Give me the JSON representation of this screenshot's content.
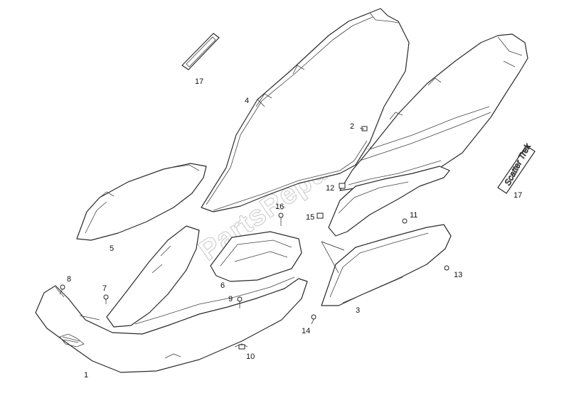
{
  "watermark": "PartsRepublik",
  "decal_text": "Scatter Trek",
  "callouts": [
    "1",
    "2",
    "3",
    "4",
    "5",
    "6",
    "7",
    "8",
    "9",
    "10",
    "11",
    "12",
    "13",
    "14",
    "15",
    "16",
    "17",
    "17"
  ]
}
